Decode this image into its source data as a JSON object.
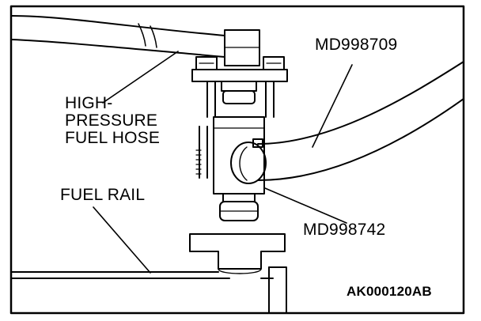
{
  "labels": {
    "high_pressure_hose": [
      "HIGH-",
      "PRESSURE",
      "FUEL HOSE"
    ],
    "fuel_rail": "FUEL RAIL",
    "tool_upper": "MD998709",
    "tool_lower": "MD998742",
    "figure_code": "AK000120AB"
  },
  "colors": {
    "ink": "#000000",
    "paper": "#ffffff"
  }
}
